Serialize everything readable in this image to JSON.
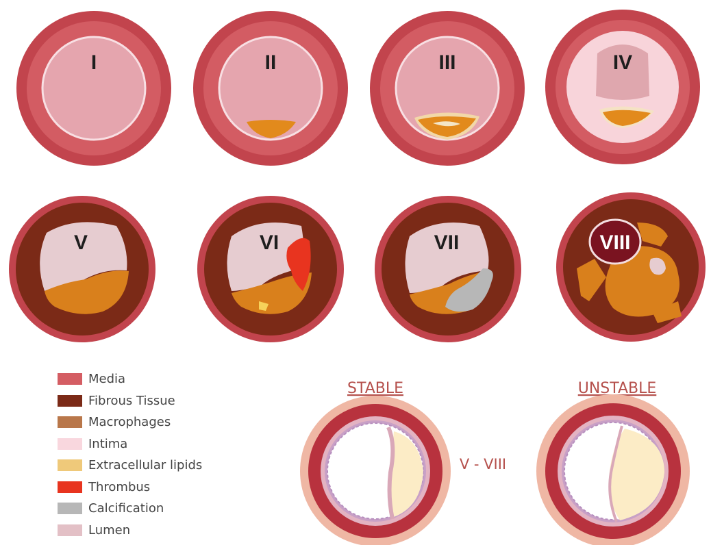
{
  "stages": [
    "I",
    "II",
    "III",
    "IV",
    "V",
    "VI",
    "VII",
    "VIII"
  ],
  "legend": [
    {
      "label": "Media",
      "color": "#d45d63"
    },
    {
      "label": "Fibrous Tissue",
      "color": "#7b2a17"
    },
    {
      "label": "Macrophages",
      "color": "#b9774a"
    },
    {
      "label": "Intima",
      "color": "#f9d7de"
    },
    {
      "label": "Extracellular lipids",
      "color": "#efc97a"
    },
    {
      "label": "Thrombus",
      "color": "#e8341f"
    },
    {
      "label": "Calcification",
      "color": "#b7b7b7"
    },
    {
      "label": "Lumen",
      "color": "#e3c0c6"
    }
  ],
  "comparison": {
    "stable_label": "STABLE",
    "unstable_label": "UNSTABLE",
    "range_label": "V - VIII"
  },
  "colors": {
    "outer_ring": "#c2444d",
    "lumen_early": "#e0a4ad",
    "lipid_core": "#d9801c",
    "adventitia": "#efb7a4",
    "necrotic_core": "#fcecc6"
  }
}
